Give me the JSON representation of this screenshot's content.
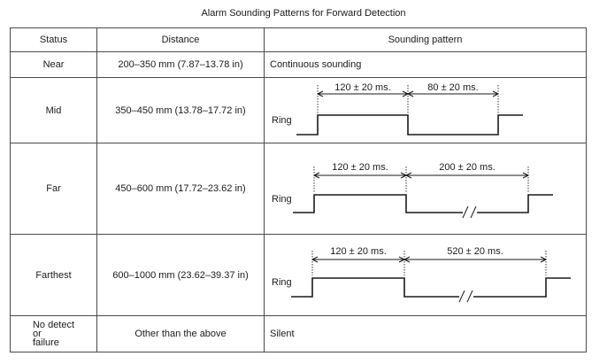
{
  "title": "Alarm Sounding Patterns for Forward Detection",
  "headers": {
    "status": "Status",
    "distance": "Distance",
    "pattern": "Sounding pattern"
  },
  "rows": [
    {
      "status": "Near",
      "distance": "200–350 mm (7.87–13.78 in)",
      "pattern": "Continuous sounding"
    },
    {
      "status": "Mid",
      "distance": "350–450 mm (13.78–17.72 in)",
      "ring_label": "Ring",
      "on_time": "120 ± 20 ms.",
      "off_time": "80 ± 20 ms."
    },
    {
      "status": "Far",
      "distance": "450–600 mm (17.72–23.62 in)",
      "ring_label": "Ring",
      "on_time": "120 ± 20 ms.",
      "off_time": "200 ± 20 ms."
    },
    {
      "status": "Farthest",
      "distance": "600–1000 mm (23.62–39.37 in)",
      "ring_label": "Ring",
      "on_time": "120 ± 20 ms.",
      "off_time": "520 ± 20 ms."
    },
    {
      "status_lines": [
        "No detect",
        "or",
        "failure"
      ],
      "distance": "Other than the above",
      "pattern": "Silent"
    }
  ]
}
